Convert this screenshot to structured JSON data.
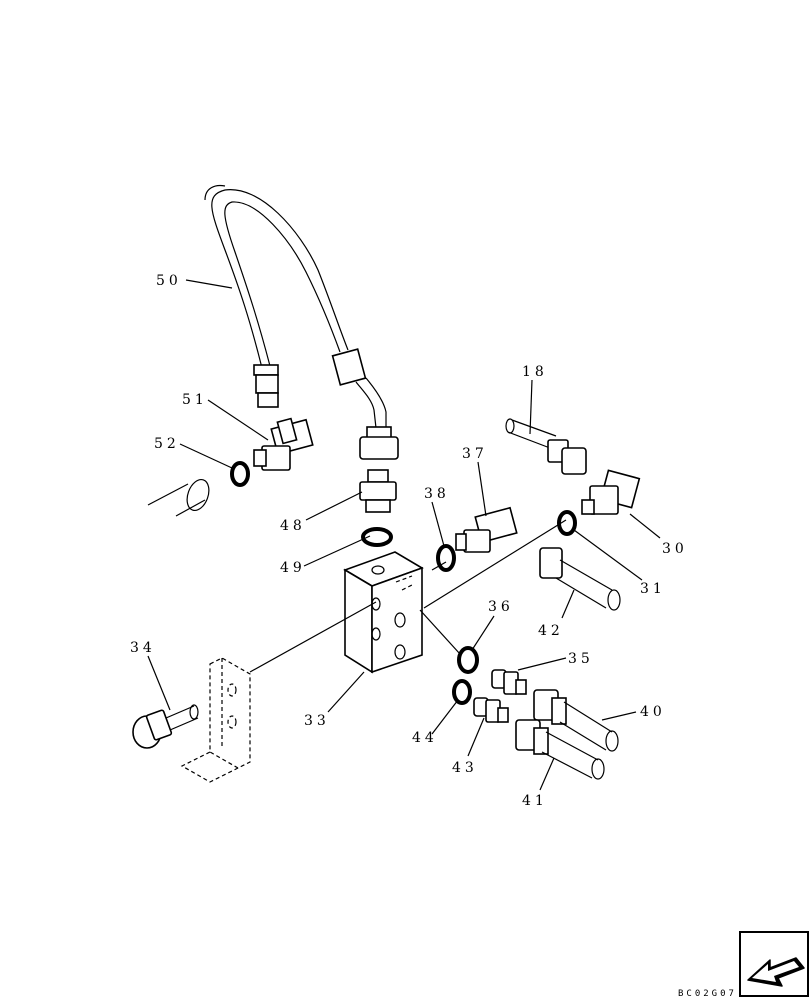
{
  "parts": {
    "p50": "50",
    "p51": "51",
    "p52": "52",
    "p48": "48",
    "p49": "49",
    "p18": "18",
    "p37": "37",
    "p38": "38",
    "p30": "30",
    "p31": "31",
    "p42": "42",
    "p36": "36",
    "p35": "35",
    "p34": "34",
    "p33": "33",
    "p44": "44",
    "p43": "43",
    "p40": "40",
    "p41": "41"
  },
  "reference_code": "BC02G07",
  "nav_icon": "arrow-icon"
}
